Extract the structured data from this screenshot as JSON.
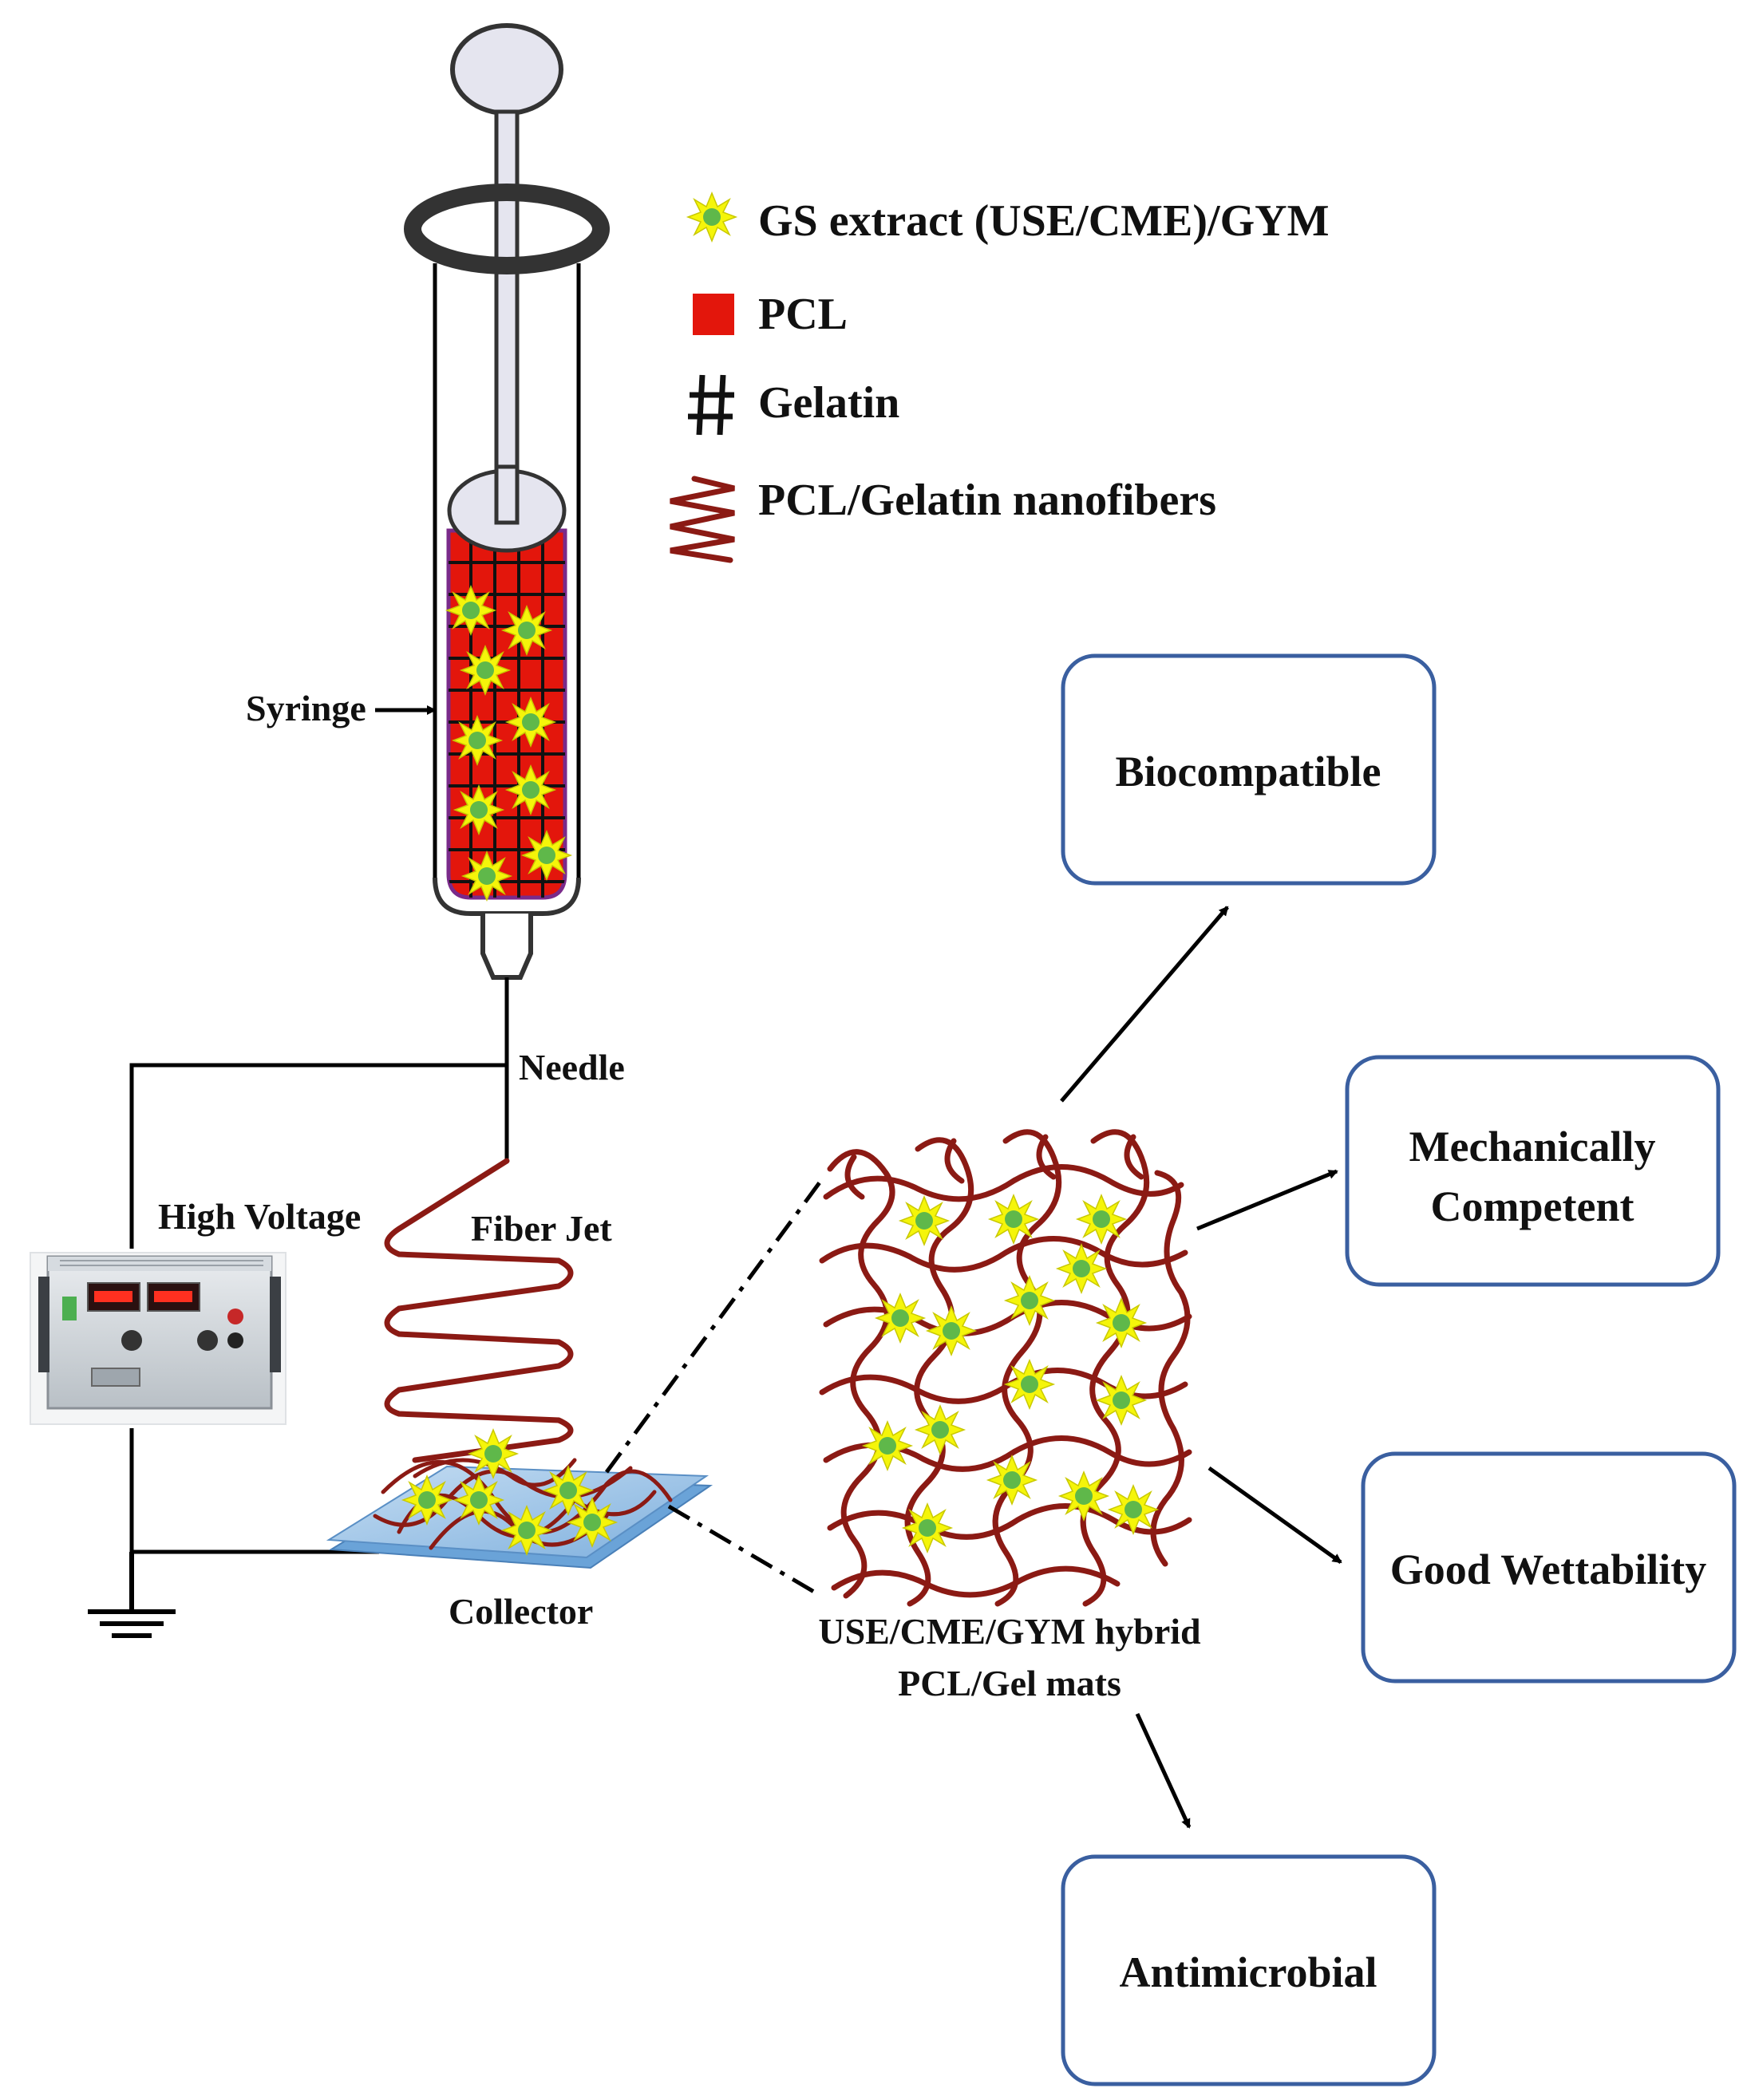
{
  "legend": {
    "gs_extract": "GS extract (USE/CME)/GYM",
    "pcl": "PCL",
    "gelatin": "Gelatin",
    "nanofibers": "PCL/Gelatin nanofibers"
  },
  "labels": {
    "syringe": "Syringe",
    "needle": "Needle",
    "high_voltage": "High Voltage",
    "fiber_jet": "Fiber Jet",
    "collector": "Collector",
    "mats_line1": "USE/CME/GYM hybrid",
    "mats_line2": "PCL/Gel mats"
  },
  "properties": {
    "biocompatible": "Biocompatible",
    "mechanically_line1": "Mechanically",
    "mechanically_line2": "Competent",
    "wettability": "Good Wettability",
    "antimicrobial": "Antimicrobial"
  },
  "colors": {
    "pcl_red": "#e3160c",
    "fiber_brown": "#8b1a14",
    "star_yellow": "#f5f50a",
    "star_center": "#5fb84a",
    "box_border": "#3a5fa0",
    "collector_blue": "#9cc3e6"
  }
}
